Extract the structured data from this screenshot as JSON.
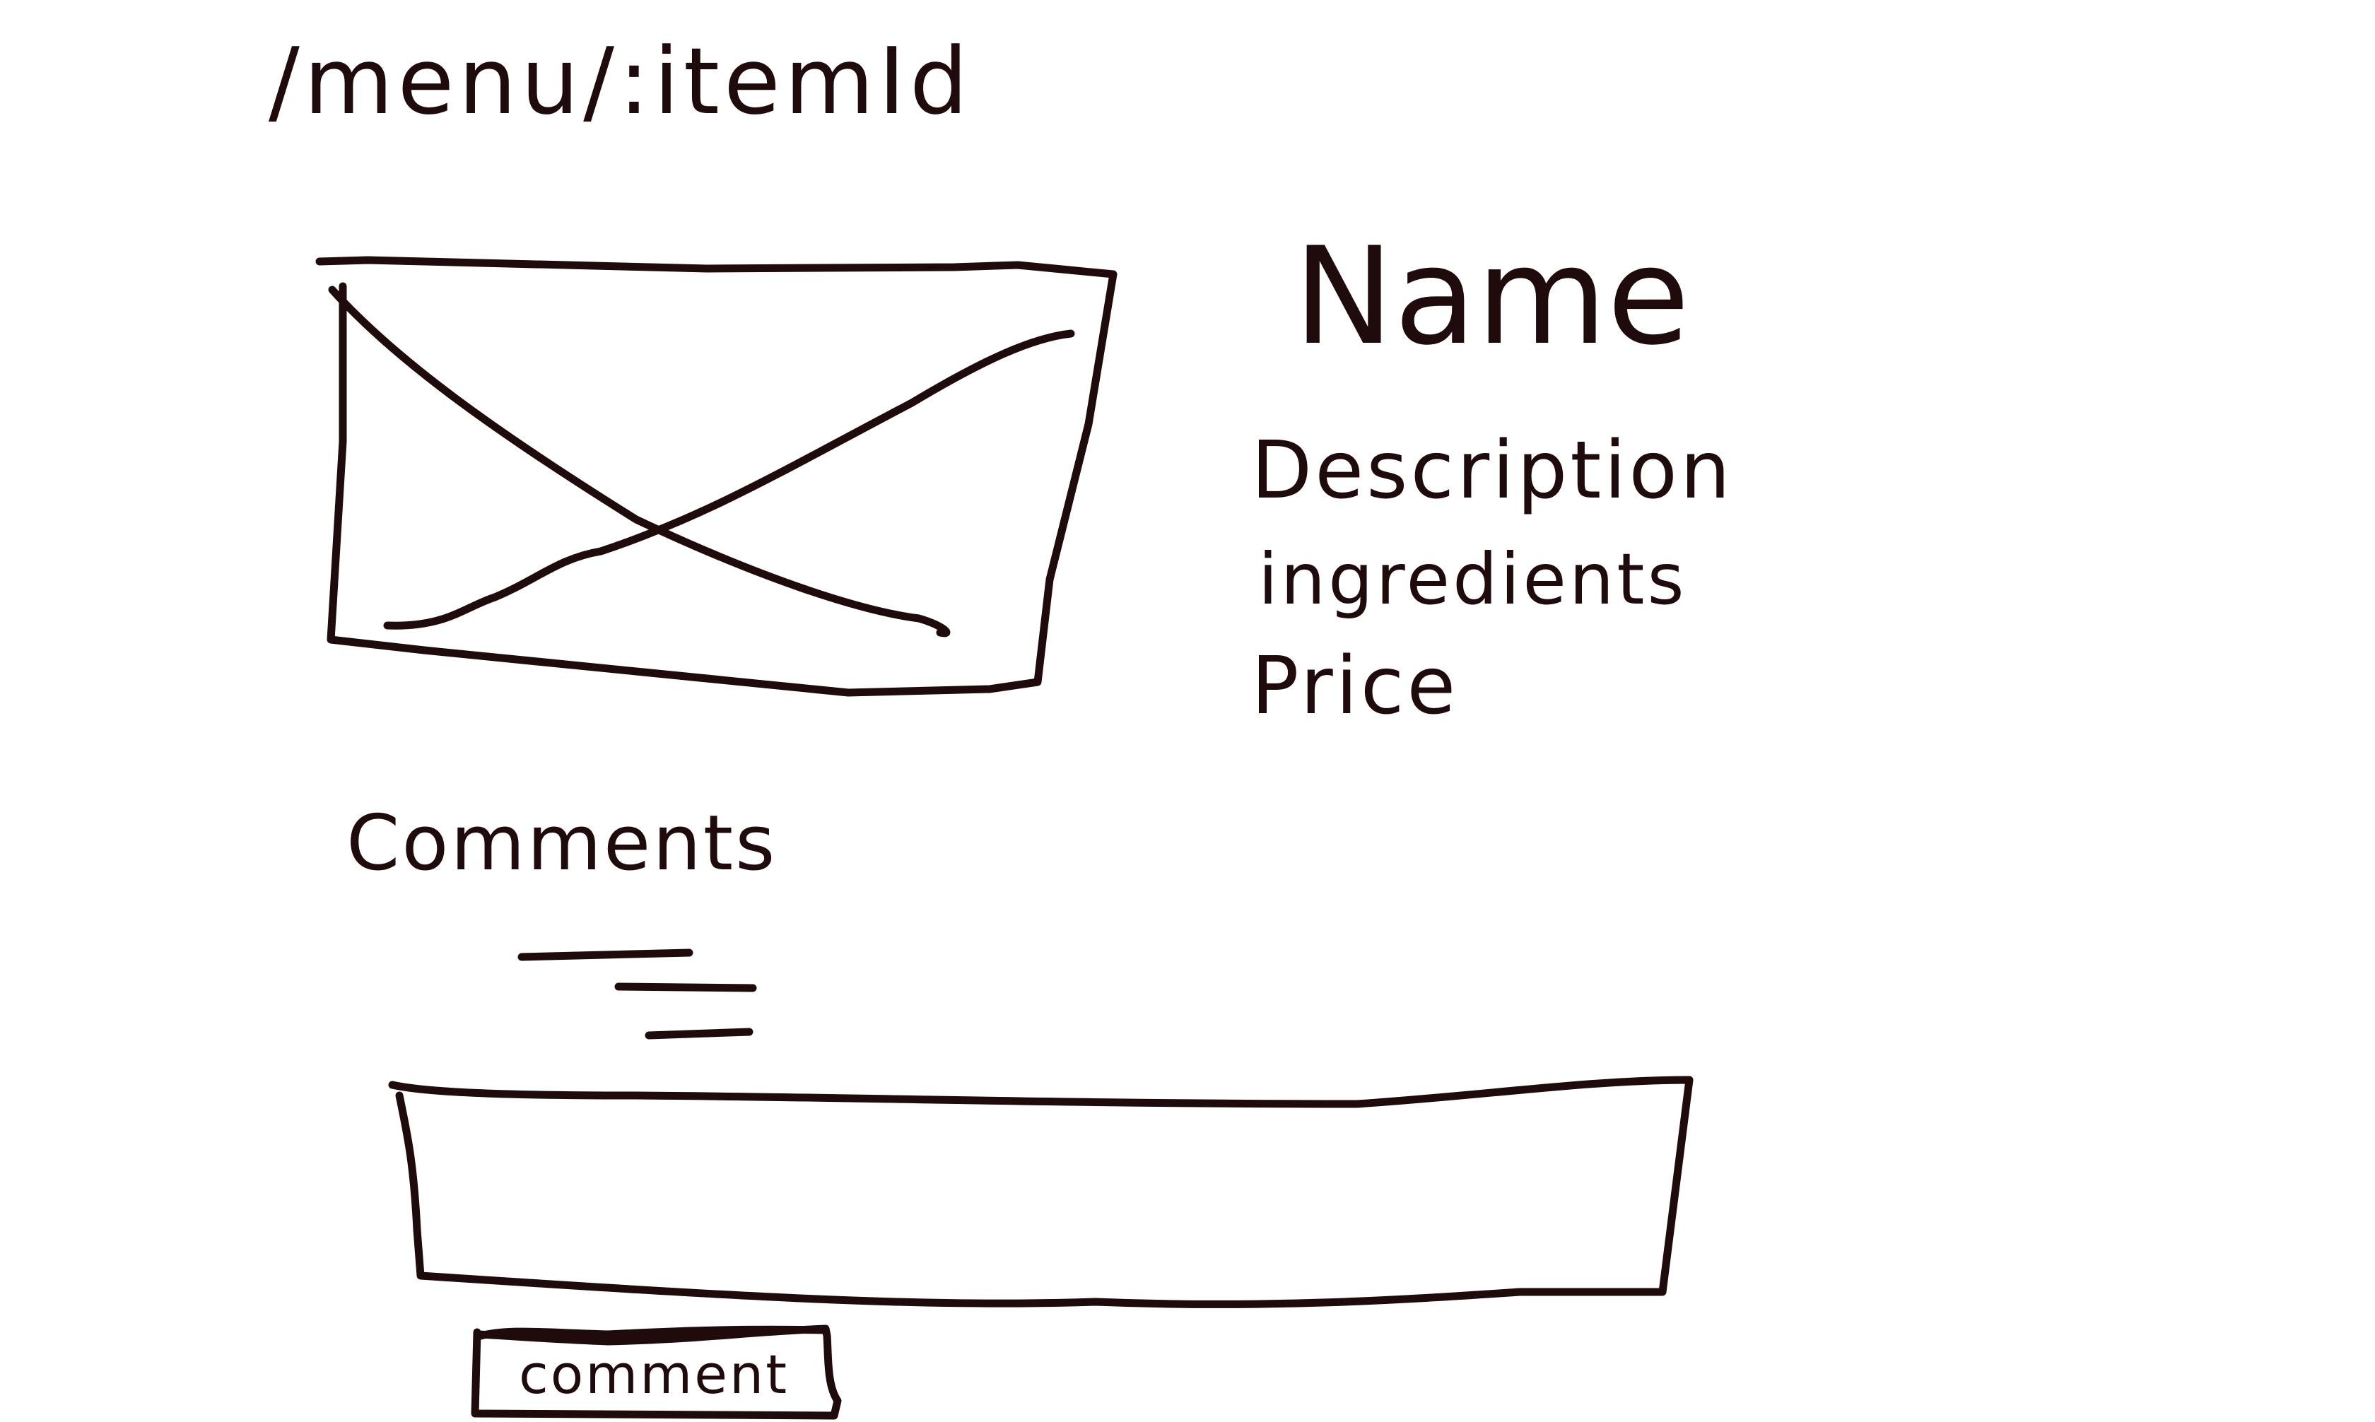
{
  "route": "/menu/:itemId",
  "item": {
    "name": "Name",
    "description": "Description",
    "ingredients": "ingredients",
    "price": "Price"
  },
  "comments": {
    "heading": "Comments",
    "input_value": "",
    "button_label": "comment"
  },
  "colors": {
    "ink": "#1f0b0b",
    "background": "#ffffff"
  },
  "icons": {
    "image_placeholder": "image-placeholder-icon"
  }
}
